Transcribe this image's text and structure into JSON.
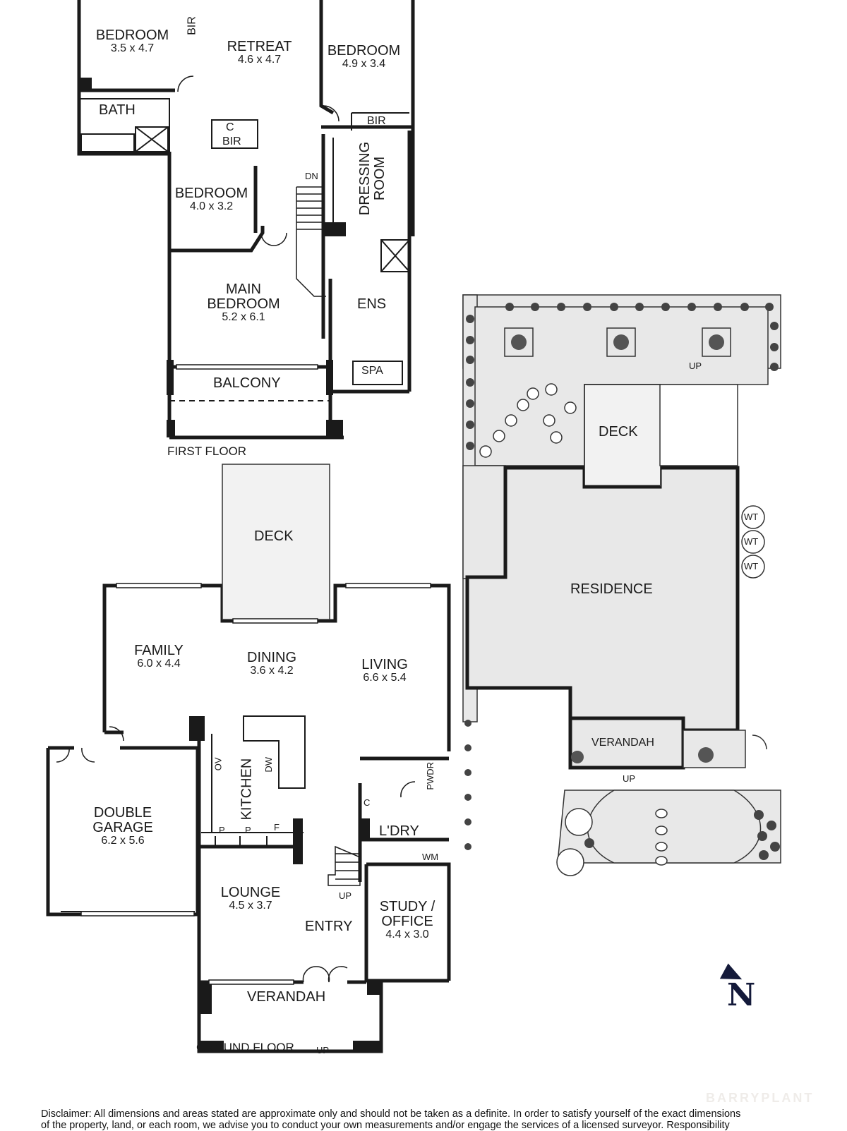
{
  "first_floor": {
    "title": "FIRST FLOOR",
    "rooms": [
      {
        "name": "BEDROOM",
        "dims": "3.5 x 4.7"
      },
      {
        "name": "RETREAT",
        "dims": "4.6 x 4.7"
      },
      {
        "name": "BEDROOM",
        "dims": "4.9 x 3.4"
      },
      {
        "name": "BEDROOM",
        "dims": "4.0 x 3.2"
      },
      {
        "name": "MAIN BEDROOM",
        "name_line1": "MAIN",
        "name_line2": "BEDROOM",
        "dims": "5.2 x 6.1"
      },
      {
        "name": "BALCONY"
      }
    ],
    "fixtures": {
      "bir_1": "BIR",
      "bath": "BATH",
      "cupboard": "C",
      "bir_2": "BIR",
      "bir_3": "BIR",
      "dressing_room_line1": "DRESSING",
      "dressing_room_line2": "ROOM",
      "stairs_down": "DN",
      "ensuite": "ENS",
      "spa": "SPA"
    }
  },
  "ground_floor": {
    "title": "GROUND FLOOR",
    "rooms": [
      {
        "name": "DECK"
      },
      {
        "name": "FAMILY",
        "dims": "6.0 x 4.4"
      },
      {
        "name": "DINING",
        "dims": "3.6 x 4.2"
      },
      {
        "name": "LIVING",
        "dims": "6.6 x 5.4"
      },
      {
        "name": "DOUBLE GARAGE",
        "name_line1": "DOUBLE",
        "name_line2": "GARAGE",
        "dims": "6.2 x 5.6"
      },
      {
        "name": "KITCHEN"
      },
      {
        "name": "LOUNGE",
        "dims": "4.5 x 3.7"
      },
      {
        "name": "ENTRY"
      },
      {
        "name": "STUDY / OFFICE",
        "name_line1": "STUDY /",
        "name_line2": "OFFICE",
        "dims": "4.4 x 3.0"
      },
      {
        "name": "VERANDAH"
      },
      {
        "name": "L'DRY"
      }
    ],
    "fixtures": {
      "oven": "OV",
      "dishwasher": "DW",
      "pantry_1": "P",
      "pantry_2": "P",
      "fridge": "F",
      "cupboard": "C",
      "powder": "PWDR",
      "washing_machine": "WM",
      "stairs_up": "UP",
      "entry_up": "UP"
    }
  },
  "site_plan": {
    "deck": "DECK",
    "residence": "RESIDENCE",
    "verandah": "VERANDAH",
    "up_rear": "UP",
    "up_front": "UP",
    "water_tanks": [
      "WT",
      "WT",
      "WT"
    ]
  },
  "compass": {
    "label": "N"
  },
  "branding": {
    "watermark": "BARRYPLANT"
  },
  "disclaimer": {
    "line1": "Disclaimer: All dimensions and areas stated are approximate only and should not be taken as a definite. In order to satisfy yourself of the exact dimensions",
    "line2": "of the property, land, or each room, we advise you to conduct your own measurements and/or engage the services of a licensed surveyor. Responsibility"
  },
  "colors": {
    "wall": "#1a1a1a",
    "outdoor_fill": "#e8e8e8",
    "deck_fill": "#f2f2f2",
    "compass": "#141a3a"
  }
}
